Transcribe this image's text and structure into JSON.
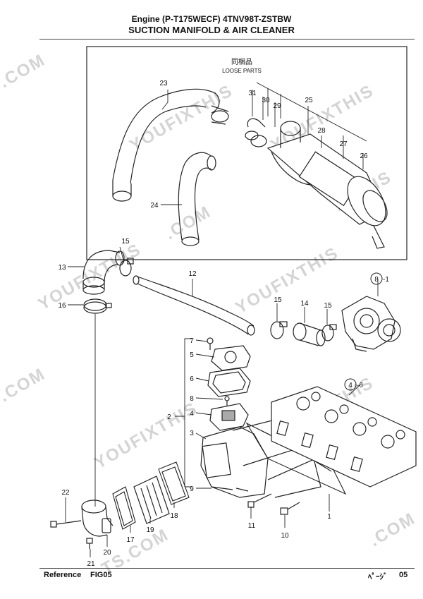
{
  "header": {
    "line1": "Engine (P-T175WECF) 4TNV98T-ZSTBW",
    "line2": "SUCTION MANIFOLD & AIR CLEANER"
  },
  "loose_parts": {
    "jp": "同梱品",
    "en": "LOOSE PARTS"
  },
  "callouts": {
    "c1": "1",
    "c2": "2",
    "c3": "3",
    "c4": "4",
    "c5": "5",
    "c6": "6",
    "c7": "7",
    "c8": "8",
    "c9": "9",
    "c10": "10",
    "c11": "11",
    "c12": "12",
    "c13": "13",
    "c14": "14",
    "c15a": "15",
    "c15b": "15",
    "c15c": "15",
    "c16": "16",
    "c17": "17",
    "c18": "18",
    "c19": "19",
    "c20": "20",
    "c21": "21",
    "c22": "22",
    "c23": "23",
    "c24": "24",
    "c25": "25",
    "c26": "26",
    "c27": "27",
    "c28": "28",
    "c29": "29",
    "c30": "30",
    "c31": "31"
  },
  "references": {
    "turbo_num": "8",
    "turbo_sub": "-1",
    "head_num": "4",
    "head_sub": "-6"
  },
  "watermarks": {
    "w1": "YOUFIXTHIS",
    "w2": "YOUFIXTHIS",
    "w3": "YOUFIXTHIS",
    "w4": "YOUFIXTHIS",
    "w5": "YOUFIXTHIS",
    "w6": ".COM",
    "w7": ".COM",
    "w8": ".COM",
    "w9": ".COM",
    "w10": "TS.COM",
    "w11": "IXTHIS",
    "w12": "FIXTHIS"
  },
  "footer": {
    "reference": "Reference",
    "fig": "FIG05",
    "page_label": "ﾍﾟｰｼﾞ",
    "page_number": "05"
  }
}
